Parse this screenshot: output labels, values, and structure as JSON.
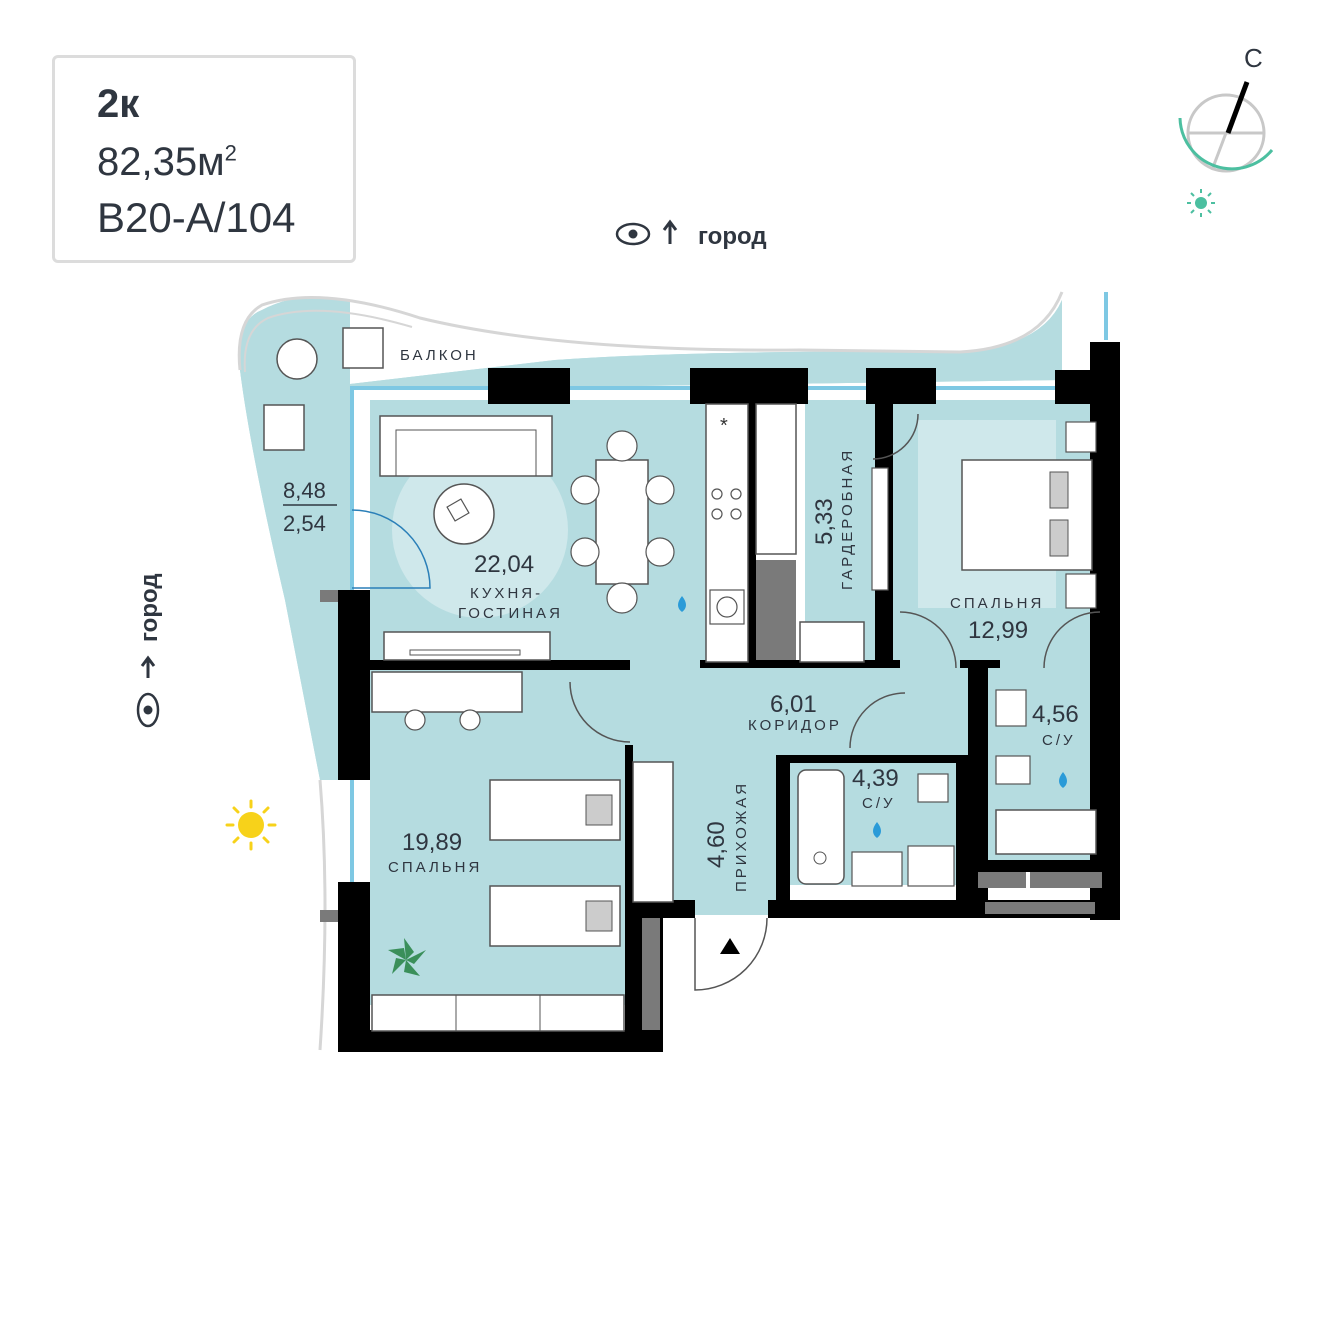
{
  "apartment": {
    "rooms": "2к",
    "area": "82,35м",
    "area_sup": "2",
    "code": "В20-А/104"
  },
  "views": {
    "top": "город",
    "left": "город"
  },
  "compass": {
    "north_label": "С",
    "accent_color": "#4cbfa0"
  },
  "rooms": {
    "balcony": {
      "name": "БАЛКОН",
      "area": "8,48",
      "area2": "2,54"
    },
    "kitchen": {
      "area": "22,04",
      "name_line1": "КУХНЯ-",
      "name_line2": "ГОСТИНАЯ"
    },
    "wardrobe": {
      "area": "5,33",
      "name": "ГАРДЕРОБНАЯ"
    },
    "bedroom_right": {
      "name": "СПАЛЬНЯ",
      "area": "12,99"
    },
    "corridor": {
      "area": "6,01",
      "name": "КОРИДОР"
    },
    "bath_right": {
      "area": "4,56",
      "name": "С/У"
    },
    "bath_mid": {
      "area": "4,39",
      "name": "С/У"
    },
    "hall": {
      "area": "4,60",
      "name": "ПРИХОЖАЯ"
    },
    "bedroom_left": {
      "area": "19,89",
      "name": "СПАЛЬНЯ"
    }
  },
  "colors": {
    "room_fill": "#b5dce0",
    "wall": "#000000",
    "window": "#7ec8e3",
    "sun": "#f7d21a",
    "water": "#2a9bd8"
  }
}
